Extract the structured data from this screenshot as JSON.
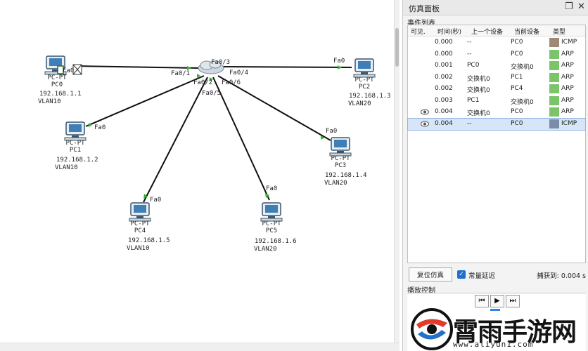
{
  "canvas": {
    "devices": [
      {
        "name": "PC-PT",
        "id": "PC0",
        "ip": "192.168.1.1",
        "vlan": "VLAN10",
        "port": "Fa0"
      },
      {
        "name": "PC-PT",
        "id": "PC1",
        "ip": "192.168.1.2",
        "vlan": "VLAN10",
        "port": "Fa0"
      },
      {
        "name": "PC-PT",
        "id": "PC2",
        "ip": "192.168.1.3",
        "vlan": "VLAN20",
        "port": "Fa0"
      },
      {
        "name": "PC-PT",
        "id": "PC3",
        "ip": "192.168.1.4",
        "vlan": "VLAN20",
        "port": "Fa0"
      },
      {
        "name": "PC-PT",
        "id": "PC4",
        "ip": "192.168.1.5",
        "vlan": "VLAN10",
        "port": "Fa0"
      },
      {
        "name": "PC-PT",
        "id": "PC5",
        "ip": "192.168.1.6",
        "vlan": "VLAN20",
        "port": "Fa0"
      }
    ],
    "switch_ports": [
      "Fa0/1",
      "Fa0/2",
      "Fa0/3",
      "Fa0/4",
      "Fa0/5",
      "Fa0/6"
    ]
  },
  "panel": {
    "title": "仿真面板",
    "event_list_label": "事件列表",
    "columns": [
      "可见.",
      "时间(秒)",
      "上一个设备",
      "当前设备",
      "类型"
    ],
    "events": [
      {
        "time": "0.000",
        "last": "--",
        "current": "PC0",
        "type": "ICMP",
        "color": "#a08878",
        "eye": false,
        "selected": false
      },
      {
        "time": "0.000",
        "last": "--",
        "current": "PC0",
        "type": "ARP",
        "color": "#7cc46a",
        "eye": false,
        "selected": false
      },
      {
        "time": "0.001",
        "last": "PC0",
        "current": "交换机0",
        "type": "ARP",
        "color": "#7cc46a",
        "eye": false,
        "selected": false
      },
      {
        "time": "0.002",
        "last": "交换机0",
        "current": "PC1",
        "type": "ARP",
        "color": "#7cc46a",
        "eye": false,
        "selected": false
      },
      {
        "time": "0.002",
        "last": "交换机0",
        "current": "PC4",
        "type": "ARP",
        "color": "#7cc46a",
        "eye": false,
        "selected": false
      },
      {
        "time": "0.003",
        "last": "PC1",
        "current": "交换机0",
        "type": "ARP",
        "color": "#7cc46a",
        "eye": false,
        "selected": false
      },
      {
        "time": "0.004",
        "last": "交换机0",
        "current": "PC0",
        "type": "ARP",
        "color": "#7cc46a",
        "eye": true,
        "selected": false
      },
      {
        "time": "0.004",
        "last": "--",
        "current": "PC0",
        "type": "ICMP",
        "color": "#7a8ca8",
        "eye": true,
        "selected": true
      }
    ],
    "reset_button": "复位仿真",
    "constant_delay_label": "常量延迟",
    "capture_label": "捕获到: 0.004 s",
    "playback_label": "播放控制",
    "playback_buttons": [
      "⏮",
      "▶",
      "⏭"
    ]
  },
  "watermark": {
    "text": "霄雨手游网",
    "url": "www.aliyun1.com"
  },
  "colors": {
    "link": "#111111",
    "port_up": "#2fb52f",
    "pc_blue": "#3e7fb8"
  }
}
